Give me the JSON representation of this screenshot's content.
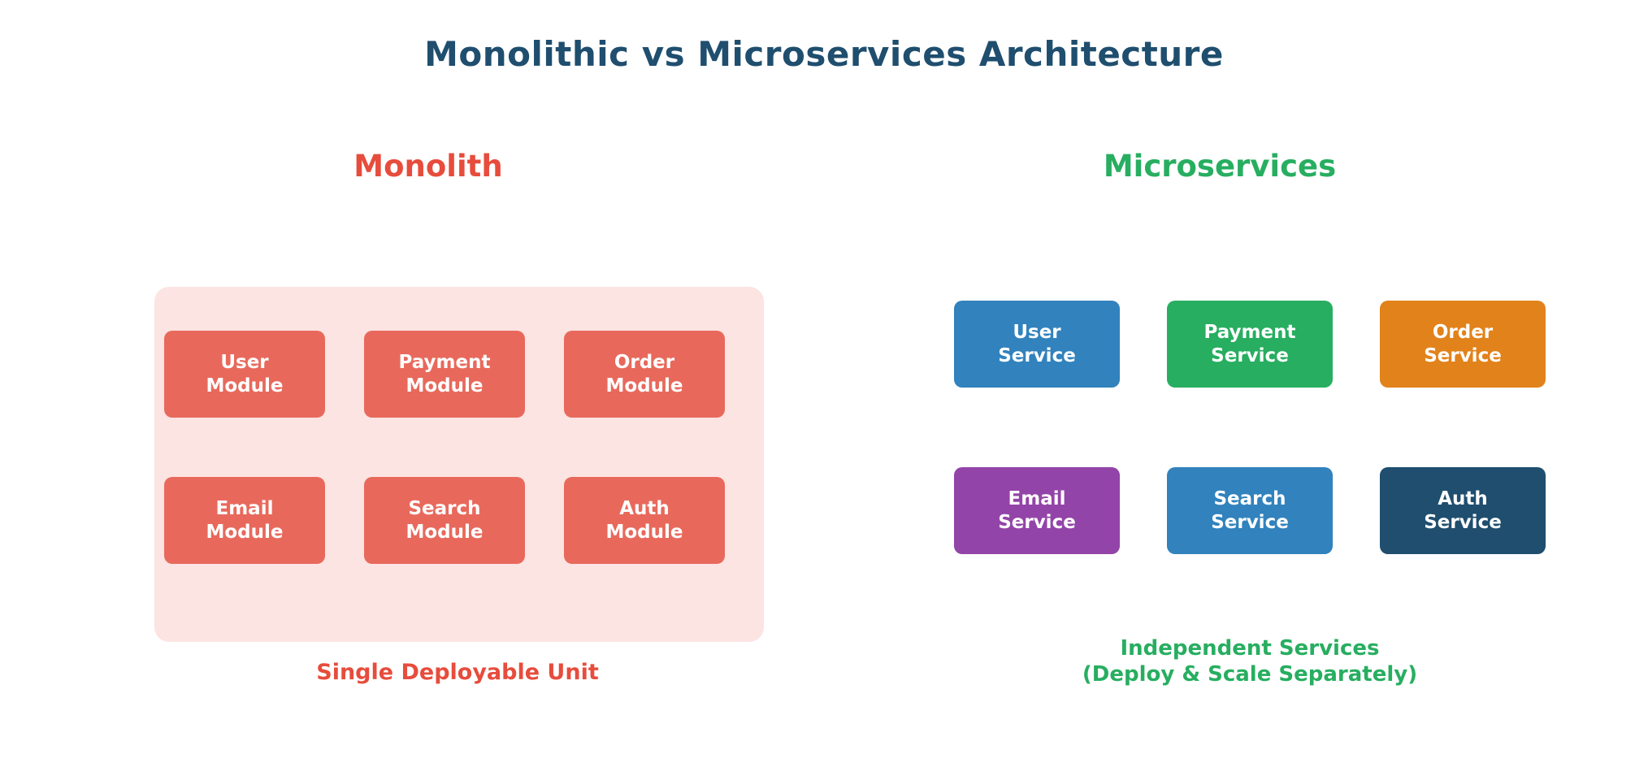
{
  "title": {
    "text": "Monolithic vs Microservices Architecture",
    "color": "#1F4E6E"
  },
  "monolith": {
    "header": "Monolith",
    "header_color": "#E74C3C",
    "container_color": "#FBE4E2",
    "module_color": "#E8695C",
    "module_text_color": "#FFFFFF",
    "modules": [
      {
        "label": "User\nModule"
      },
      {
        "label": "Payment\nModule"
      },
      {
        "label": "Order\nModule"
      },
      {
        "label": "Email\nModule"
      },
      {
        "label": "Search\nModule"
      },
      {
        "label": "Auth\nModule"
      }
    ],
    "caption": "Single Deployable Unit",
    "caption_color": "#E74C3C"
  },
  "microservices": {
    "header": "Microservices",
    "header_color": "#27AE60",
    "service_text_color": "#FFFFFF",
    "services": [
      {
        "label": "User\nService",
        "color": "#3182BD"
      },
      {
        "label": "Payment\nService",
        "color": "#27AE60"
      },
      {
        "label": "Order\nService",
        "color": "#E2821A"
      },
      {
        "label": "Email\nService",
        "color": "#9344A8"
      },
      {
        "label": "Search\nService",
        "color": "#3182BD"
      },
      {
        "label": "Auth\nService",
        "color": "#1F4E6E"
      }
    ],
    "caption": "Independent Services\n(Deploy & Scale Separately)",
    "caption_color": "#27AE60"
  }
}
